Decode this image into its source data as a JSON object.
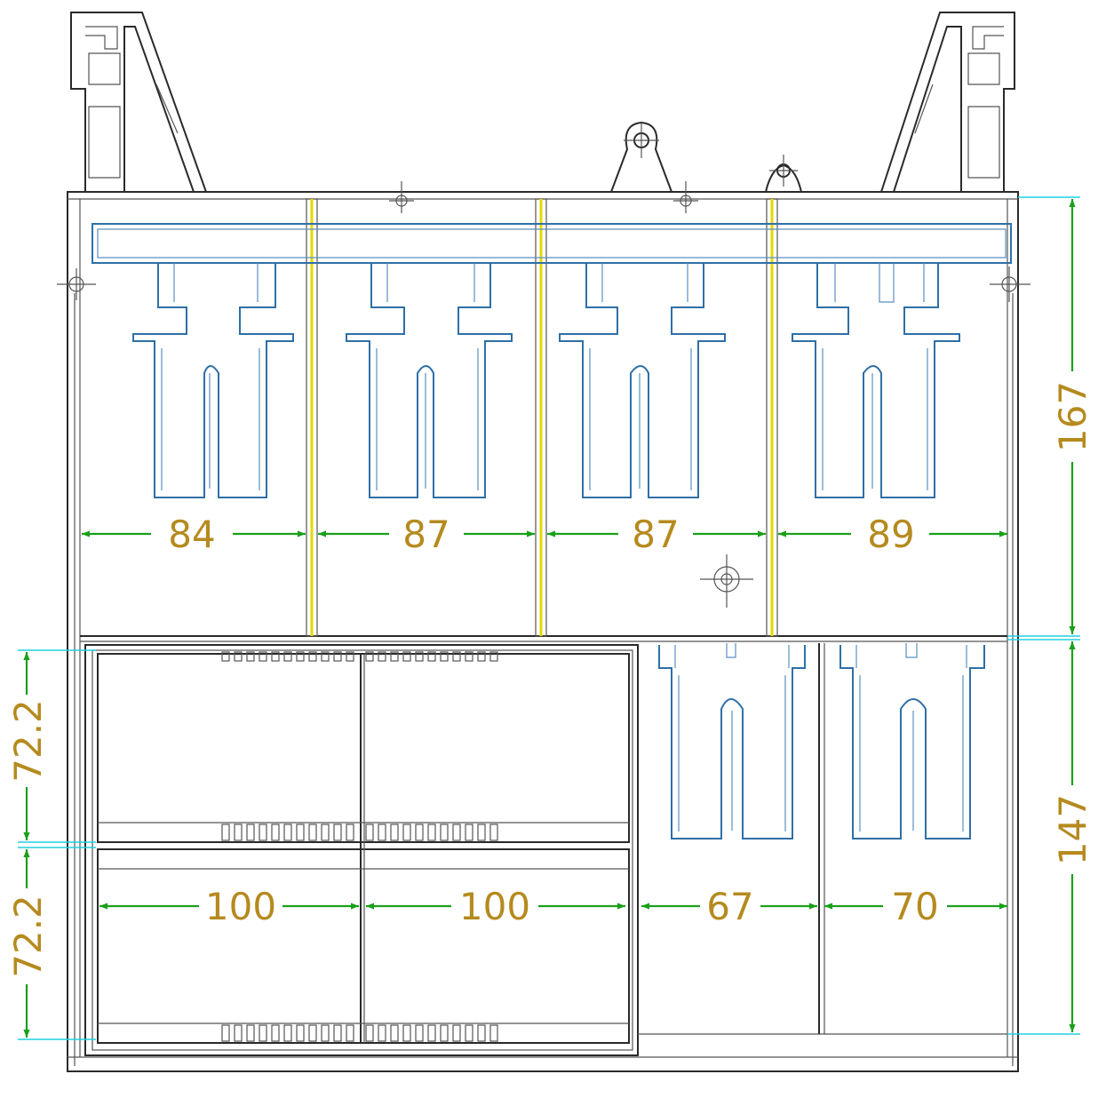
{
  "colors": {
    "dimension_text": "#b58a1e",
    "dimension_line": "#1aa01a",
    "extension_line": "#20d0e0",
    "outline": "#2a2a2a",
    "insert_outline": "#2f6fa6",
    "divider_highlight": "#e6d800"
  },
  "dimensions": {
    "top_widths": [
      "84",
      "87",
      "87",
      "89"
    ],
    "bottom_left_widths": [
      "100",
      "100"
    ],
    "bottom_right_widths": [
      "67",
      "70"
    ],
    "left_heights": [
      "72.2",
      "72.2"
    ],
    "right_heights": [
      "167",
      "147"
    ]
  }
}
